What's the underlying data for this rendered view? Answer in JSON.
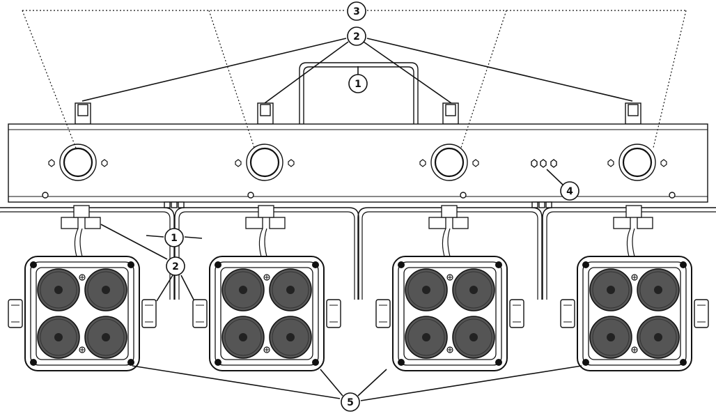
{
  "diagram": {
    "callouts": [
      {
        "id": "c3",
        "label": "3"
      },
      {
        "id": "c2-top",
        "label": "2"
      },
      {
        "id": "c1-top",
        "label": "1"
      },
      {
        "id": "c4",
        "label": "4"
      },
      {
        "id": "c1-mid",
        "label": "1"
      },
      {
        "id": "c2-mid",
        "label": "2"
      },
      {
        "id": "c5",
        "label": "5"
      }
    ],
    "fixture_count": 4,
    "lenses_per_fixture": 4,
    "colors": {
      "line": "#111111",
      "lens": "#555555",
      "background": "#ffffff"
    }
  }
}
